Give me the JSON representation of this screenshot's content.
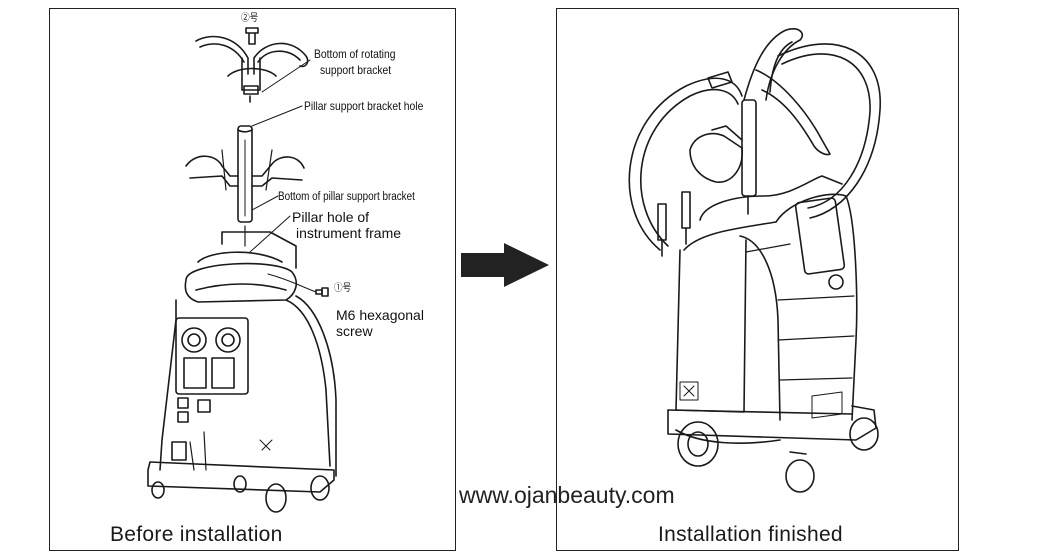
{
  "captions": {
    "before": "Before installation",
    "after": "Installation finished"
  },
  "watermark": "www.ojanbeauty.com",
  "labels": {
    "rotating_bracket_line1": "Bottom of rotating",
    "rotating_bracket_line2": "support bracket",
    "pillar_hole": "Pillar support bracket hole",
    "pillar_bottom": "Bottom of pillar support bracket",
    "frame_hole_line1": "Pillar hole of",
    "frame_hole_line2": "instrument frame",
    "screw_line1": "M6 hexagonal",
    "screw_line2": "screw",
    "tag_1": "①号",
    "tag_2": "②号"
  },
  "icons": {
    "arrow": "right-arrow-icon"
  }
}
